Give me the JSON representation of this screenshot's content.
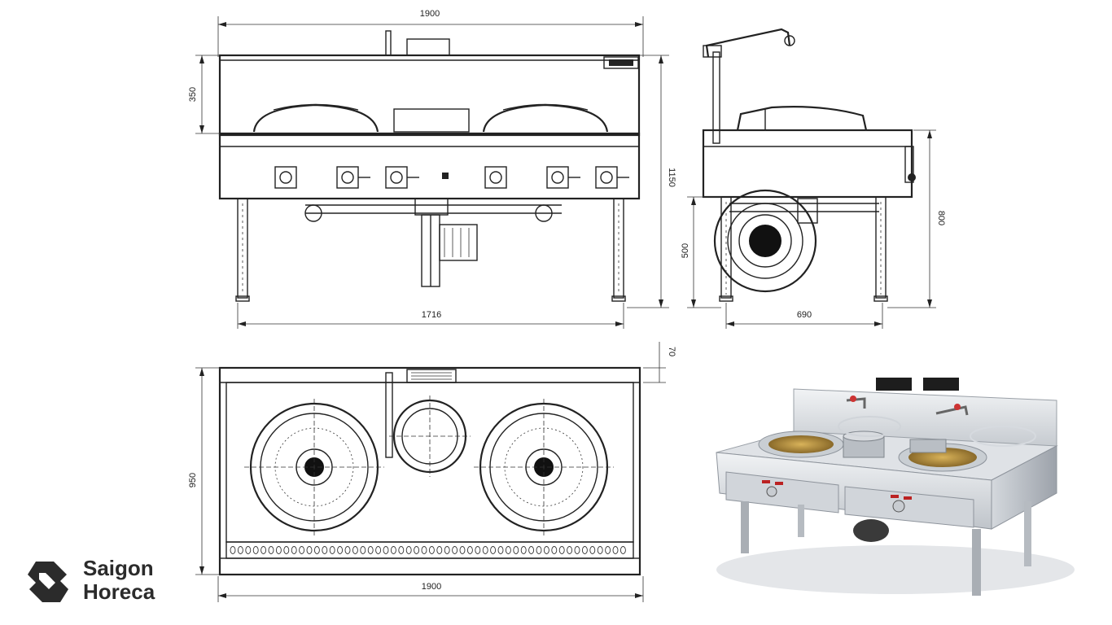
{
  "brand": {
    "line1": "Saigon",
    "line2": "Horeca",
    "color": "#2b2b2b"
  },
  "front_view": {
    "width_top": "1900",
    "height_back": "350",
    "height_total": "1150",
    "width_legs": "1716"
  },
  "side_view": {
    "height_body": "800",
    "height_legs": "500",
    "depth": "690"
  },
  "top_view": {
    "depth_total": "950",
    "edge": "70",
    "width_bottom": "1900"
  },
  "colors": {
    "line": "#222222",
    "steel_light": "#e9ebee",
    "steel_mid": "#c7cbd1",
    "steel_dark": "#8e949c",
    "wok_inner": "#c9a04a"
  }
}
